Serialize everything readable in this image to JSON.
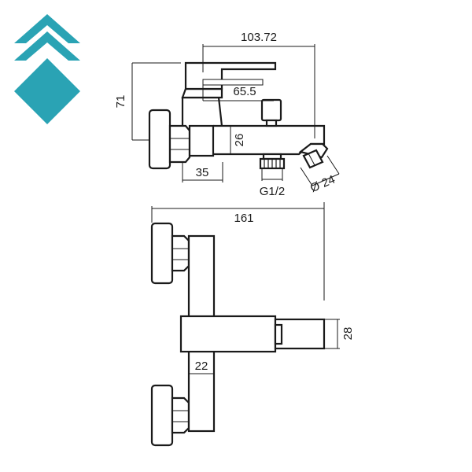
{
  "brand": {
    "logo_icon": "stacked-diamonds-icon",
    "color": "#2aa3b4"
  },
  "line_color": "#1a1a1a",
  "dimensions": {
    "overall_reach": "103.72",
    "lever_height": "71",
    "body_to_lever": "65.5",
    "spout_height": "26",
    "body_width": "35",
    "outlet_thread": "G1/2",
    "outlet_diameter": "Ø 24",
    "total_width": "161",
    "front_body_height": "28",
    "column_width": "22"
  }
}
